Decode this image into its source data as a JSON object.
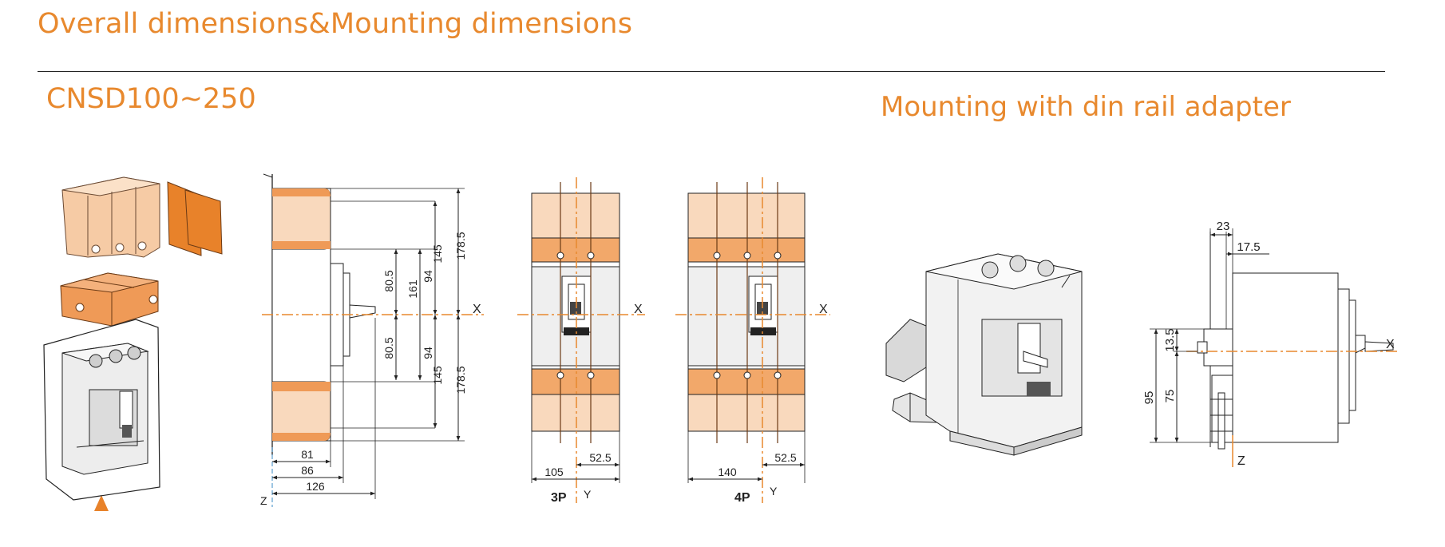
{
  "header": {
    "title": "Overall dimensions&Mounting dimensions",
    "model": "CNSD100~250",
    "din_title": "Mounting with din rail adapter"
  },
  "colors": {
    "accent": "#e8892e",
    "body_light": "#f9d9bd",
    "body_mid": "#f2a86a",
    "body_dark": "#e8822a",
    "line": "#222222"
  },
  "side_view": {
    "dims_vertical": [
      "145",
      "178.5",
      "80.5",
      "161",
      "94",
      "80.5",
      "94",
      "145",
      "178.5"
    ],
    "dims_horizontal": [
      "81",
      "86",
      "126"
    ],
    "axis_x": "X",
    "axis_z": "Z"
  },
  "front_3p": {
    "pole_label": "3P",
    "axis_y": "Y",
    "axis_x": "X",
    "dims": [
      "105",
      "52.5"
    ]
  },
  "front_4p": {
    "pole_label": "4P",
    "axis_y": "Y",
    "axis_x": "X",
    "dims": [
      "140",
      "52.5"
    ]
  },
  "din_side": {
    "dims_top": [
      "23",
      "17.5"
    ],
    "dims_left": [
      "13.5",
      "75",
      "95"
    ],
    "axis_x": "X",
    "axis_z": "Z"
  }
}
